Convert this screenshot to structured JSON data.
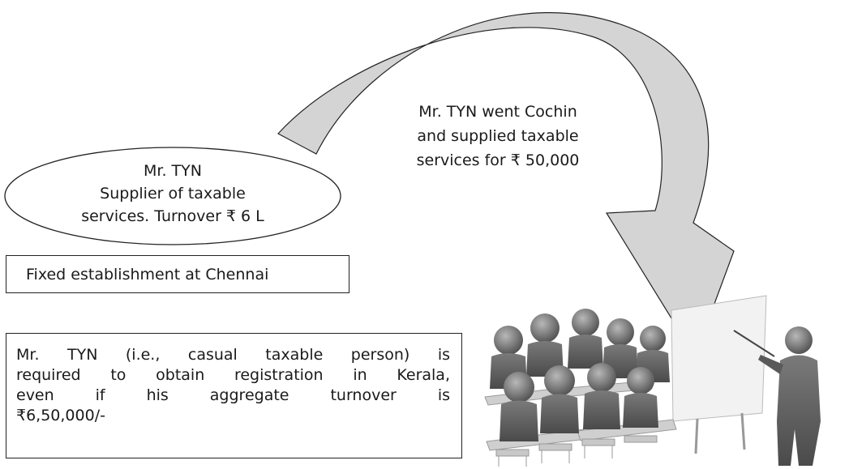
{
  "supplier": {
    "name": "Mr. TYN",
    "line2": "Supplier of taxable",
    "line3": "services. Turnover ₹ 6 L"
  },
  "establishment": "Fixed establishment at Chennai",
  "arrow_label": {
    "line1": "Mr. TYN went Cochin",
    "line2": "and supplied taxable",
    "line3": "services for ₹ 50,000"
  },
  "note": {
    "line1": "Mr. TYN (i.e., casual taxable person) is",
    "line2": "required to obtain registration in Kerala,",
    "line3_words": [
      "even",
      "if",
      "his",
      "aggregate",
      "turnover",
      "is"
    ],
    "line4": "₹6,50,000/-"
  },
  "colors": {
    "arrow_fill": "#d4d4d4",
    "outline": "#222222",
    "figure_gray": "#6e6e6e",
    "board": "#f2f2f2"
  }
}
